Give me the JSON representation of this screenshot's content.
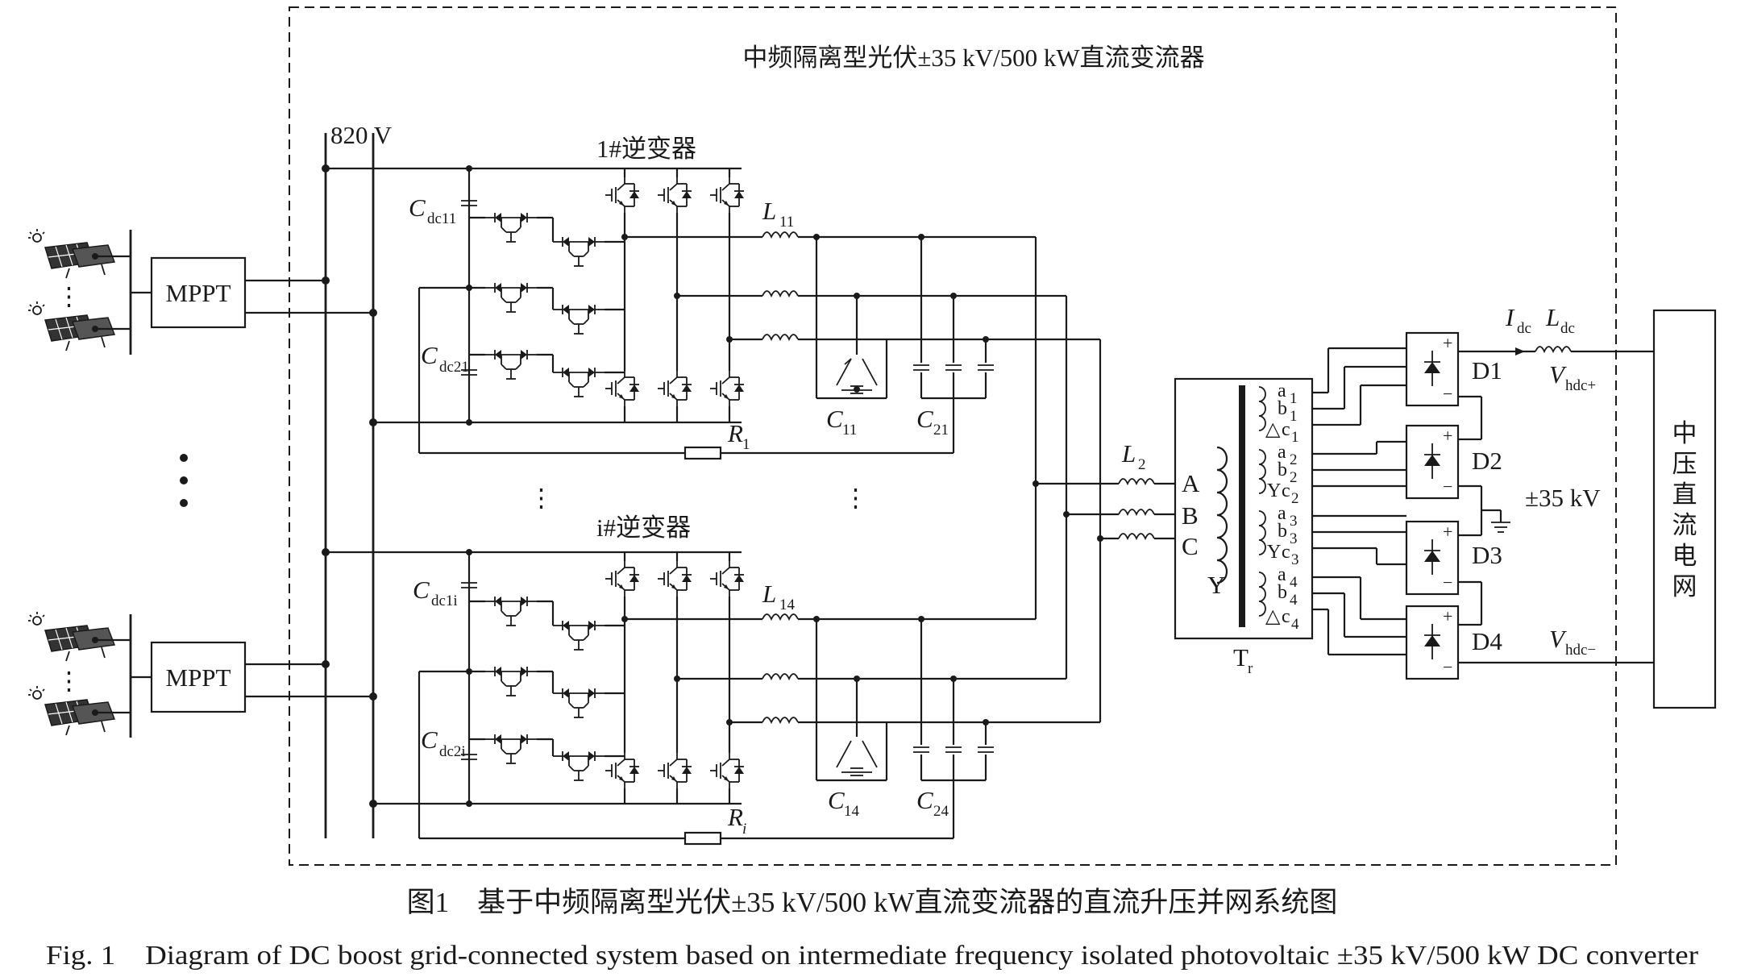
{
  "title": "中频隔离型光伏±35 kV/500 kW直流变流器",
  "bus_voltage": "820 V",
  "mppt_label": "MPPT",
  "inverter_1": "1#逆变器",
  "inverter_i": "i#逆变器",
  "inductors": {
    "L11": [
      "L",
      "11"
    ],
    "L14": [
      "L",
      "14"
    ],
    "L2": [
      "L",
      "2"
    ],
    "Ldc": [
      "L",
      "dc"
    ]
  },
  "caps": {
    "Cdc11": [
      "C",
      "dc11"
    ],
    "Cdc21": [
      "C",
      "dc21"
    ],
    "Cdc1i": [
      "C",
      "dc1i"
    ],
    "Cdc2i": [
      "C",
      "dc2i"
    ],
    "C11": [
      "C",
      "11"
    ],
    "C21": [
      "C",
      "21"
    ],
    "C14": [
      "C",
      "14"
    ],
    "C24": [
      "C",
      "24"
    ]
  },
  "resistors": {
    "R1": [
      "R",
      "1"
    ],
    "Ri": [
      "R",
      "i"
    ]
  },
  "transformer": {
    "name": [
      "T",
      "r"
    ],
    "primary": [
      "A",
      "B",
      "C",
      "Y"
    ],
    "windings": [
      {
        "a": "a",
        "b": "b",
        "c": "c",
        "n": "1",
        "conn": "△"
      },
      {
        "a": "a",
        "b": "b",
        "c": "c",
        "n": "2",
        "conn": "Y"
      },
      {
        "a": "a",
        "b": "b",
        "c": "c",
        "n": "3",
        "conn": "Y"
      },
      {
        "a": "a",
        "b": "b",
        "c": "c",
        "n": "4",
        "conn": "△"
      }
    ]
  },
  "rectifiers": [
    "D1",
    "D2",
    "D3",
    "D4"
  ],
  "rect_sub": [
    "1",
    "2",
    "3",
    "4"
  ],
  "plus": "+",
  "minus": "−",
  "idc": [
    "I",
    "dc"
  ],
  "vhdc_plus": [
    "V",
    "hdc+"
  ],
  "vhdc_minus": [
    "V",
    "hdc−"
  ],
  "output_voltage": "±35 kV",
  "grid": [
    "中",
    "压",
    "直",
    "流",
    "电",
    "网"
  ],
  "ellipsis_vertical": "⋮",
  "caption_cn": "图1　基于中频隔离型光伏±35 kV/500 kW直流变流器的直流升压并网系统图",
  "caption_en": "Fig. 1　Diagram of DC boost grid-connected system based on intermediate frequency isolated photovoltaic ±35 kV/500 kW DC converter"
}
